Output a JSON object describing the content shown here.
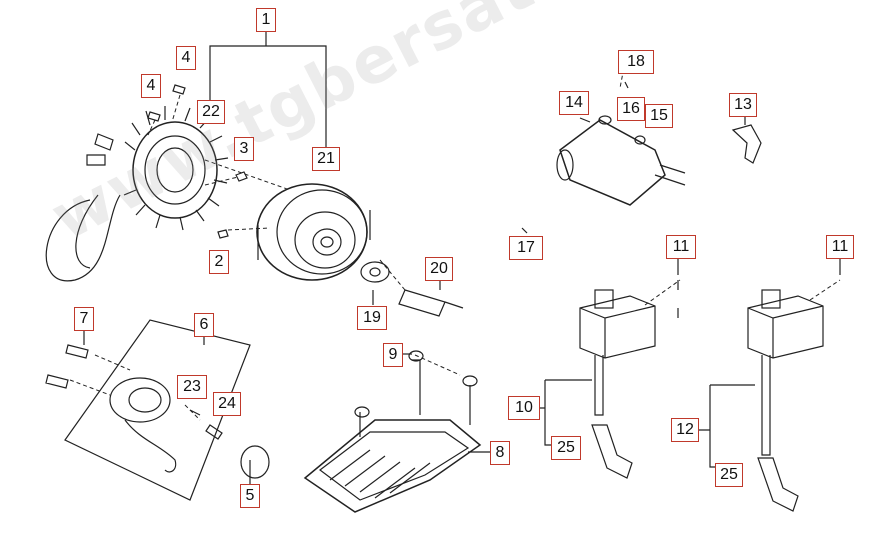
{
  "watermark": "www.tgbersatzteile.de",
  "callouts": {
    "c1": "1",
    "c2": "2",
    "c3": "3",
    "c4a": "4",
    "c4b": "4",
    "c5": "5",
    "c6": "6",
    "c7": "7",
    "c8": "8",
    "c9": "9",
    "c10": "10",
    "c11a": "11",
    "c11b": "11",
    "c12": "12",
    "c13": "13",
    "c14": "14",
    "c15": "15",
    "c16": "16",
    "c17": "17",
    "c18": "18",
    "c19": "19",
    "c20": "20",
    "c21": "21",
    "c22": "22",
    "c23": "23",
    "c24": "24",
    "c25a": "25",
    "c25b": "25"
  },
  "colors": {
    "callout_border": "#c0392b",
    "line": "#222222"
  }
}
